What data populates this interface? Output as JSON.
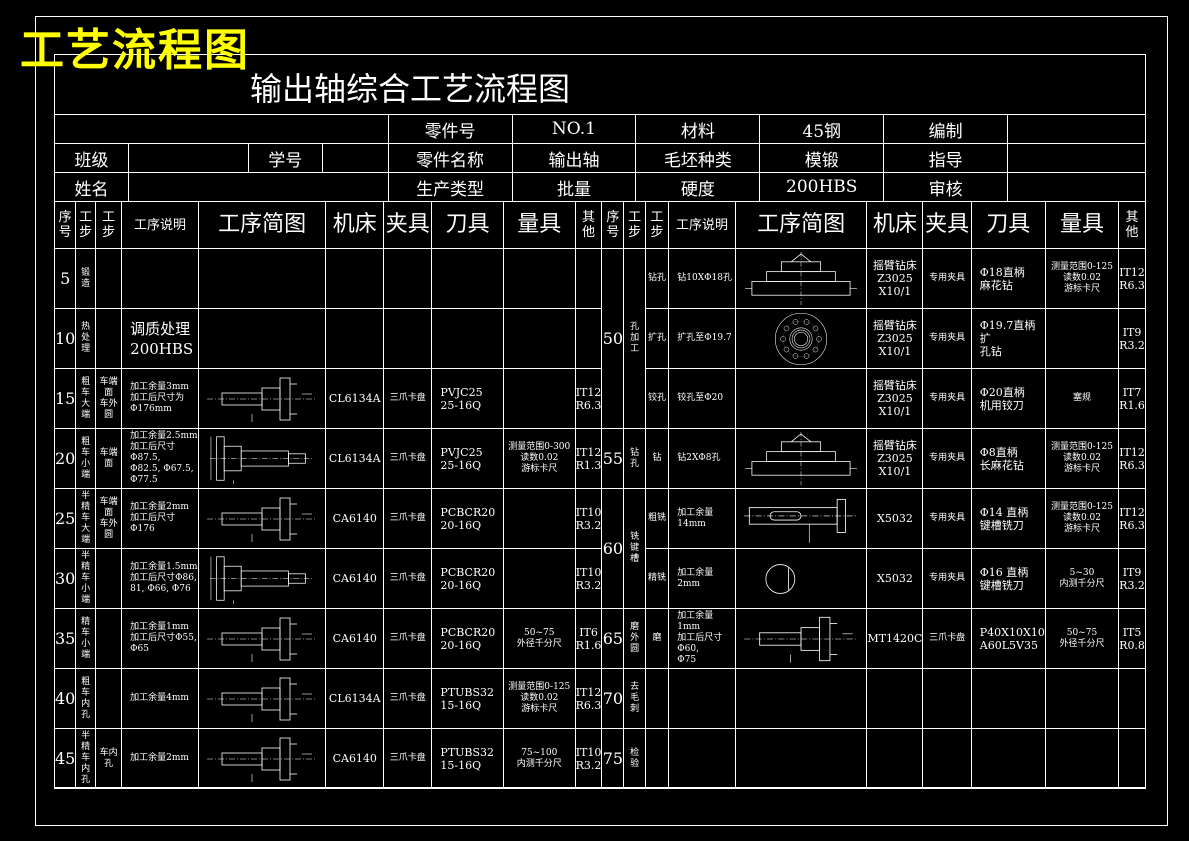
{
  "corner_title": "工艺流程图",
  "main_title": "输出轴综合工艺流程图",
  "header": {
    "part_no_label": "零件号",
    "part_no": "NO.1",
    "material_label": "材料",
    "material": "45钢",
    "editor_label": "编制",
    "class_label": "班级",
    "student_no_label": "学号",
    "part_name_label": "零件名称",
    "part_name": "输出轴",
    "blank_label": "毛坯种类",
    "blank": "模锻",
    "guide_label": "指导",
    "name_label": "姓名",
    "prod_label": "生产类型",
    "prod": "批量",
    "hardness_label": "硬度",
    "hardness": "200HBS",
    "review_label": "审核"
  },
  "columns": {
    "seq": "序号",
    "step": "工步",
    "desc": "工序说明",
    "sketch": "工序简图",
    "machine": "机床",
    "fixture": "夹具",
    "tool": "刀具",
    "gauge": "量具",
    "other": "其他"
  },
  "left": [
    {
      "seq": "5",
      "proc": "锻造",
      "step": "",
      "desc": "",
      "machine": "",
      "fixture": "",
      "tool": "",
      "gauge": "",
      "other": ""
    },
    {
      "seq": "10",
      "proc": "热处理",
      "step": "",
      "desc": "调质处理\n200HBS",
      "machine": "",
      "fixture": "",
      "tool": "",
      "gauge": "",
      "other": ""
    },
    {
      "seq": "15",
      "proc": "粗车大端",
      "step": "车端面\n车外圆",
      "desc": "加工余量3mm\n加工后尺寸为Φ176mm",
      "machine": "CL6134A",
      "fixture": "三爪卡盘",
      "tool": "PVJC25\n25-16Q",
      "gauge": "",
      "other": "IT12\nR6.3"
    },
    {
      "seq": "20",
      "proc": "粗车小端",
      "step": "车端面",
      "desc": "加工余量2.5mm\n加工后尺寸Φ87.5,\nΦ82.5, Φ67.5,\nΦ77.5",
      "machine": "CL6134A",
      "fixture": "三爪卡盘",
      "tool": "PVJC25\n25-16Q",
      "gauge": "测量范围0-300\n读数0.02\n游标卡尺",
      "other": "IT12\nR1.3"
    },
    {
      "seq": "25",
      "proc": "半精车大端",
      "step": "车端面\n车外圆",
      "desc": "加工余量2mm\n加工后尺寸Φ176",
      "machine": "CA6140",
      "fixture": "三爪卡盘",
      "tool": "PCBCR20\n20-16Q",
      "gauge": "",
      "other": "IT10\nR3.2"
    },
    {
      "seq": "30",
      "proc": "半精车小端",
      "step": "",
      "desc": "加工余量1.5mm\n加工后尺寸Φ86,\n81, Φ66, Φ76",
      "machine": "CA6140",
      "fixture": "三爪卡盘",
      "tool": "PCBCR20\n20-16Q",
      "gauge": "",
      "other": "IT10\nR3.2"
    },
    {
      "seq": "35",
      "proc": "精车小端",
      "step": "",
      "desc": "加工余量1mm\n加工后尺寸Φ55,\nΦ65",
      "machine": "CA6140",
      "fixture": "三爪卡盘",
      "tool": "PCBCR20\n20-16Q",
      "gauge": "50~75\n外径千分尺",
      "other": "IT6\nR1.6"
    },
    {
      "seq": "40",
      "proc": "粗车内孔",
      "step": "",
      "desc": "加工余量4mm",
      "machine": "CL6134A",
      "fixture": "三爪卡盘",
      "tool": "PTUBS32\n15-16Q",
      "gauge": "测量范围0-125\n读数0.02\n游标卡尺",
      "other": "IT12\nR6.3"
    },
    {
      "seq": "45",
      "proc": "半精车内孔",
      "step": "车内孔",
      "desc": "加工余量2mm",
      "machine": "CA6140",
      "fixture": "三爪卡盘",
      "tool": "PTUBS32\n15-16Q",
      "gauge": "75~100\n内测千分尺",
      "other": "IT10\nR3.2"
    }
  ],
  "right": [
    {
      "seq": "50",
      "proc": "孔加工",
      "rows": [
        {
          "step": "钻孔",
          "desc": "钻10XΦ18孔",
          "machine": "摇臂钻床\nZ3025\nX10/1",
          "fixture": "专用夹具",
          "tool": "Φ18直柄\n麻花钻",
          "gauge": "测量范围0-125\n读数0.02\n游标卡尺",
          "other": "IT12\nR6.3"
        },
        {
          "step": "扩孔",
          "desc": "扩孔至Φ19.7",
          "machine": "摇臂钻床\nZ3025\nX10/1",
          "fixture": "专用夹具",
          "tool": "Φ19.7直柄扩\n孔钻",
          "gauge": "",
          "other": "IT9\nR3.2"
        },
        {
          "step": "铰孔",
          "desc": "铰孔至Φ20",
          "machine": "摇臂钻床\nZ3025\nX10/1",
          "fixture": "专用夹具",
          "tool": "Φ20直柄\n机用铰刀",
          "gauge": "塞规",
          "other": "IT7\nR1.6"
        }
      ]
    },
    {
      "seq": "55",
      "proc": "钻孔",
      "rows": [
        {
          "step": "钻",
          "desc": "钻2XΦ8孔",
          "machine": "摇臂钻床\nZ3025\nX10/1",
          "fixture": "专用夹具",
          "tool": "Φ8直柄\n长麻花钻",
          "gauge": "测量范围0-125\n读数0.02\n游标卡尺",
          "other": "IT12\nR6.3"
        }
      ]
    },
    {
      "seq": "60",
      "proc": "铣键槽",
      "rows": [
        {
          "step": "粗铣",
          "desc": "加工余量14mm",
          "machine": "X5032",
          "fixture": "专用夹具",
          "tool": "Φ14 直柄\n键槽铣刀",
          "gauge": "测量范围0-125\n读数0.02\n游标卡尺",
          "other": "IT12\nR6.3"
        },
        {
          "step": "精铣",
          "desc": "加工余量2mm",
          "machine": "X5032",
          "fixture": "专用夹具",
          "tool": "Φ16 直柄\n键槽铣刀",
          "gauge": "5~30\n内测千分尺",
          "other": "IT9\nR3.2"
        }
      ]
    },
    {
      "seq": "65",
      "proc": "磨外圆",
      "rows": [
        {
          "step": "磨",
          "desc": "加工余量1mm\n加工后尺寸Φ60,\nΦ75",
          "machine": "MT1420C",
          "fixture": "三爪卡盘",
          "tool": "P40X10X10\nA60L5V35",
          "gauge": "50~75\n外径千分尺",
          "other": "IT5\nR0.8"
        }
      ]
    },
    {
      "seq": "70",
      "proc": "去毛刺",
      "rows": [
        {
          "step": "",
          "desc": "",
          "machine": "",
          "fixture": "",
          "tool": "",
          "gauge": "",
          "other": ""
        }
      ]
    },
    {
      "seq": "75",
      "proc": "检验",
      "rows": [
        {
          "step": "",
          "desc": "",
          "machine": "",
          "fixture": "",
          "tool": "",
          "gauge": "",
          "other": ""
        }
      ]
    }
  ]
}
